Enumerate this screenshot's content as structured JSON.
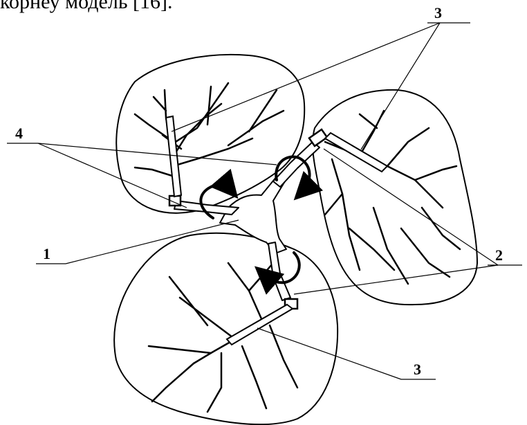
{
  "caption": "корнеу модель [16].",
  "labels": {
    "l1": "1",
    "l2": "2",
    "l3_top": "3",
    "l3_bottom": "3",
    "l4": "4"
  },
  "colors": {
    "ink": "#000000",
    "paper": "#ffffff"
  }
}
